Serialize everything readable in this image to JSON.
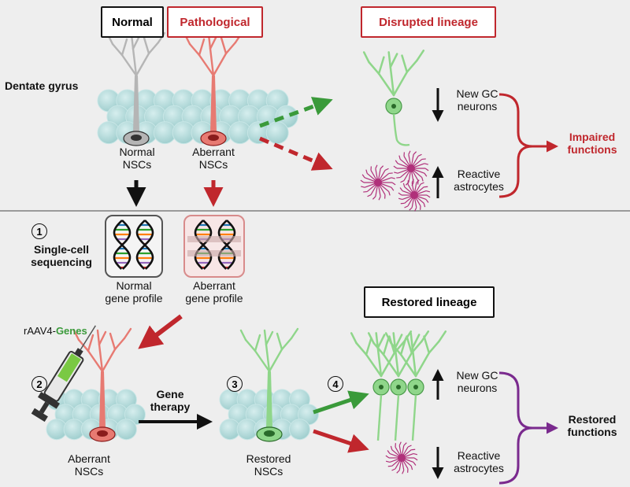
{
  "top": {
    "normal_box": "Normal",
    "pathological_box": "Pathological",
    "disrupted_box": "Disrupted lineage",
    "dentate_gyrus": "Dentate gyrus",
    "normal_nscs": [
      "Normal",
      "NSCs"
    ],
    "aberrant_nscs": [
      "Aberrant",
      "NSCs"
    ],
    "new_gc": [
      "New GC",
      "neurons"
    ],
    "reactive_astro": [
      "Reactive",
      "astrocytes"
    ],
    "impaired": [
      "Impaired",
      "functions"
    ]
  },
  "bottom": {
    "step1": "1",
    "single_cell": [
      "Single-cell",
      "sequencing"
    ],
    "normal_profile": [
      "Normal",
      "gene profile"
    ],
    "aberrant_profile": [
      "Aberrant",
      "gene profile"
    ],
    "raav_prefix": "rAAV4-",
    "raav_genes": "Genes",
    "step2": "2",
    "aberrant_nscs": [
      "Aberrant",
      "NSCs"
    ],
    "gene_therapy": [
      "Gene",
      "therapy"
    ],
    "step3": "3",
    "restored_nscs": [
      "Restored",
      "NSCs"
    ],
    "step4": "4",
    "restored_box": "Restored lineage",
    "new_gc": [
      "New GC",
      "neurons"
    ],
    "reactive_astro": [
      "Reactive",
      "astrocytes"
    ],
    "restored_functions": [
      "Restored",
      "functions"
    ]
  },
  "colors": {
    "red": "#c0272d",
    "green": "#3a9a3a",
    "purple": "#7a2a8e",
    "cell_green": "#8fd68a",
    "cell_red": "#e77a72",
    "cell_gray": "#b5b5b5",
    "tissue": "#a8d4d4",
    "astro": "#b0307a"
  }
}
